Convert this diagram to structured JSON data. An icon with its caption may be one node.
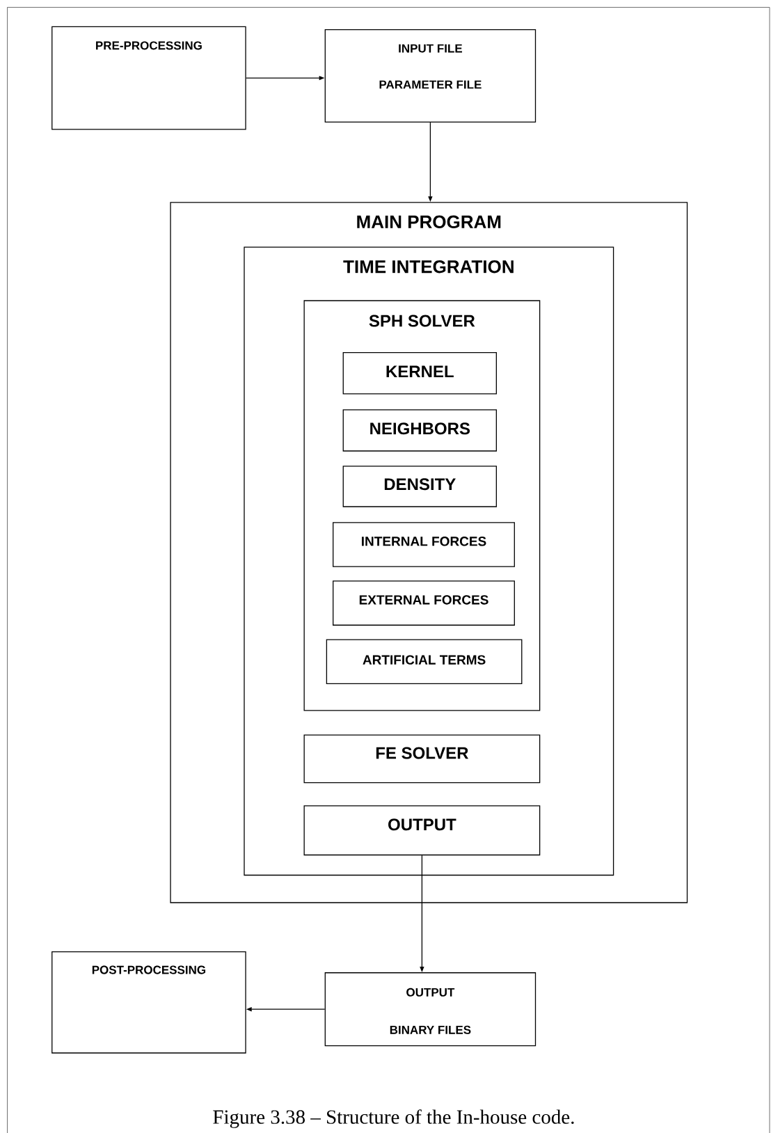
{
  "diagram": {
    "caption": "Figure 3.38 – Structure of the In-house code.",
    "nodes": [
      {
        "text": [
          "PRE-PROCESSING"
        ]
      },
      {
        "text": [
          "INPUT FILE",
          "PARAMETER FILE"
        ]
      },
      {
        "text": [
          "MAIN PROGRAM"
        ]
      },
      {
        "text": [
          "TIME INTEGRATION"
        ],
        "in": 2
      },
      {
        "text": [
          "SPH SOLVER"
        ],
        "in": 3
      },
      {
        "text": [
          "KERNEL"
        ],
        "in": 4
      },
      {
        "text": [
          "NEIGHBORS"
        ],
        "in": 4
      },
      {
        "text": [
          "DENSITY"
        ],
        "in": 4
      },
      {
        "text": [
          "INTERNAL FORCES"
        ],
        "in": 4
      },
      {
        "text": [
          "EXTERNAL FORCES"
        ],
        "in": 4
      },
      {
        "text": [
          "ARTIFICIAL TERMS"
        ],
        "in": 4
      },
      {
        "text": [
          "FE SOLVER"
        ],
        "in": 3
      },
      {
        "text": [
          "OUTPUT"
        ],
        "in": 3
      },
      {
        "text": [
          "OUTPUT",
          "BINARY FILES"
        ]
      },
      {
        "text": [
          "POST-PROCESSING"
        ]
      }
    ],
    "edges": [
      {
        "from": 0,
        "to": 1,
        "arrow": "to"
      },
      {
        "from": 1,
        "to": 2,
        "arrow": "to"
      },
      {
        "from": 12,
        "to": 13,
        "arrow": "to"
      },
      {
        "from": 13,
        "to": 14,
        "arrow": "to"
      }
    ]
  }
}
